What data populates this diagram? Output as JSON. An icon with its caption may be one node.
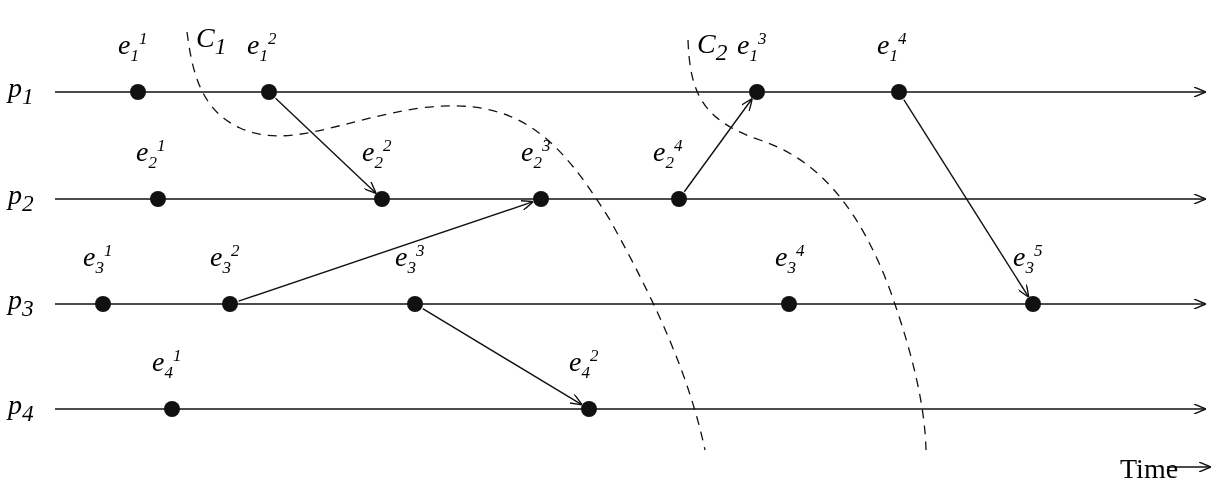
{
  "diagram": {
    "nodes": [
      {
        "text": [
          "e$_{1}$$^{1}$"
        ]
      },
      {
        "text": [
          "e$_{1}$$^{2}$"
        ]
      },
      {
        "text": [
          "e$_{1}$$^{3}$"
        ]
      },
      {
        "text": [
          "e$_{1}$$^{4}$"
        ]
      },
      {
        "text": [
          "e$_{2}$$^{1}$"
        ]
      },
      {
        "text": [
          "e$_{2}$$^{2}$"
        ]
      },
      {
        "text": [
          "e$_{2}$$^{3}$"
        ]
      },
      {
        "text": [
          "e$_{2}$$^{4}$"
        ]
      },
      {
        "text": [
          "e$_{3}$$^{1}$"
        ]
      },
      {
        "text": [
          "e$_{3}$$^{2}$"
        ]
      },
      {
        "text": [
          "e$_{3}$$^{3}$"
        ]
      },
      {
        "text": [
          "e$_{3}$$^{4}$"
        ]
      },
      {
        "text": [
          "e$_{3}$$^{5}$"
        ]
      },
      {
        "text": [
          "e$_{4}$$^{1}$"
        ]
      },
      {
        "text": [
          "e$_{4}$$^{2}$"
        ]
      }
    ],
    "edges": [
      {
        "from": 1,
        "to": 5,
        "arrow": "to"
      },
      {
        "from": 9,
        "to": 6,
        "arrow": "to"
      },
      {
        "from": 7,
        "to": 2,
        "arrow": "to"
      },
      {
        "from": 3,
        "to": 12,
        "arrow": "to"
      },
      {
        "from": 10,
        "to": 14,
        "arrow": "to"
      }
    ],
    "labels": [
      "p$_{1}$",
      "p$_{2}$",
      "p$_{3}$",
      "p$_{4}$",
      "C$_{1}$",
      "C$_{2}$",
      "Time"
    ]
  }
}
